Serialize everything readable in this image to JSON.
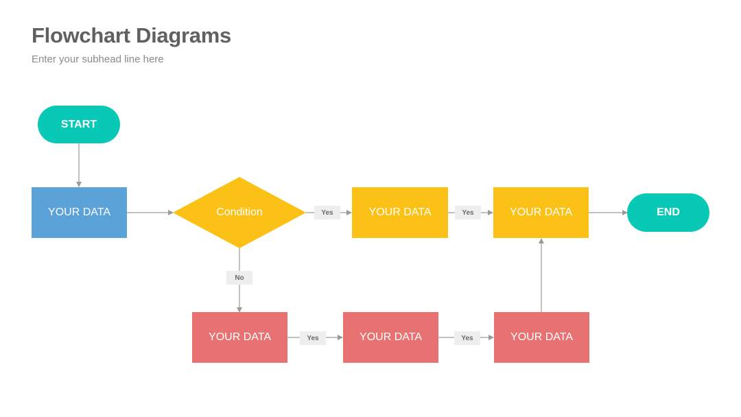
{
  "slide": {
    "title": "Flowchart Diagrams",
    "subtitle": "Enter your subhead line here"
  },
  "flowchart": {
    "start": {
      "label": "START",
      "color": "#08c8b6"
    },
    "end": {
      "label": "END",
      "color": "#08c8b6"
    },
    "input_box": {
      "label": "YOUR DATA",
      "color": "#5aa2d8"
    },
    "condition": {
      "label": "Condition",
      "color": "#fcc117"
    },
    "yes_path": [
      {
        "label": "YOUR DATA",
        "color": "#fcc117"
      },
      {
        "label": "YOUR DATA",
        "color": "#fcc117"
      }
    ],
    "no_path": [
      {
        "label": "YOUR DATA",
        "color": "#e87272"
      },
      {
        "label": "YOUR DATA",
        "color": "#e87272"
      },
      {
        "label": "YOUR DATA",
        "color": "#e87272"
      }
    ],
    "edge_labels": {
      "yes_1": "Yes",
      "yes_2": "Yes",
      "no": "No",
      "yes_3": "Yes",
      "yes_4": "Yes"
    },
    "connector_color": "#9a9a9a"
  }
}
